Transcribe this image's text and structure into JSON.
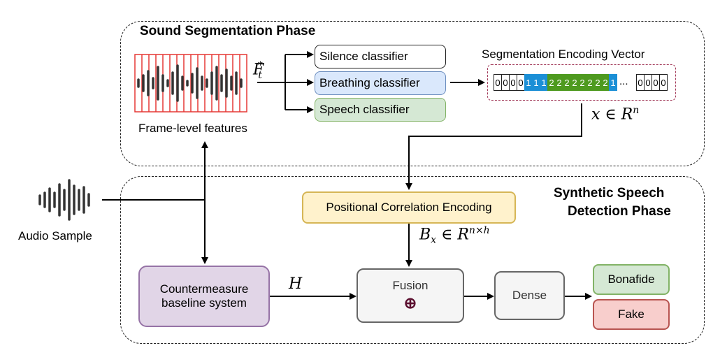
{
  "phases": {
    "segmentation": {
      "title": "Sound Segmentation Phase"
    },
    "detection": {
      "title_line1": "Synthetic Speech",
      "title_line2": "Detection Phase"
    }
  },
  "labels": {
    "frame_features": "Frame-level features",
    "audio_sample": "Audio Sample",
    "seg_vector_title": "Segmentation Encoding Vector"
  },
  "classifiers": {
    "silence": "Silence classifier",
    "breathing": "Breathing classifier",
    "speech": "Speech classifier"
  },
  "boxes": {
    "positional": "Positional Correlation Encoding",
    "countermeasure_line1": "Countermeasure",
    "countermeasure_line2": "baseline system",
    "fusion": "Fusion",
    "fusion_symbol": "⊕",
    "dense": "Dense",
    "bonafide": "Bonafide",
    "fake": "Fake"
  },
  "math": {
    "ft_base": "F",
    "ft_sub": "t",
    "ft_sup": "*",
    "x_in_rn": "x ∈ R",
    "x_sup": "n",
    "bx_base": "B",
    "bx_sub": "x",
    "bx_mid": " ∈ R",
    "bx_sup": "n×h",
    "h": "H"
  },
  "segmentation_vector": {
    "cells_left": [
      "0",
      "0",
      "0",
      "0",
      "1",
      "1",
      "1",
      "2",
      "2",
      "2",
      "2",
      "2",
      "2",
      "2",
      "2",
      "1"
    ],
    "ellipsis": "...",
    "cells_right": [
      "0",
      "0",
      "0",
      "0"
    ]
  },
  "colors": {
    "silence_fill": "#ffffff",
    "breathing_fill": "#dae8fc",
    "breathing_border": "#6c8ebf",
    "speech_fill": "#d5e8d4",
    "speech_border": "#82b366",
    "positional_fill": "#fff2cc",
    "positional_border": "#d6b656",
    "countermeasure_fill": "#e1d5e7",
    "countermeasure_border": "#9673a6",
    "fusion_fill": "#f5f5f5",
    "fusion_border": "#666666",
    "bonafide_fill": "#d5e8d4",
    "bonafide_border": "#82b366",
    "fake_fill": "#f8cecc",
    "fake_border": "#b85450",
    "breath_cell": "#1b8fd6",
    "speech_cell": "#4e9a1f",
    "frame_grid": "#e53935"
  }
}
